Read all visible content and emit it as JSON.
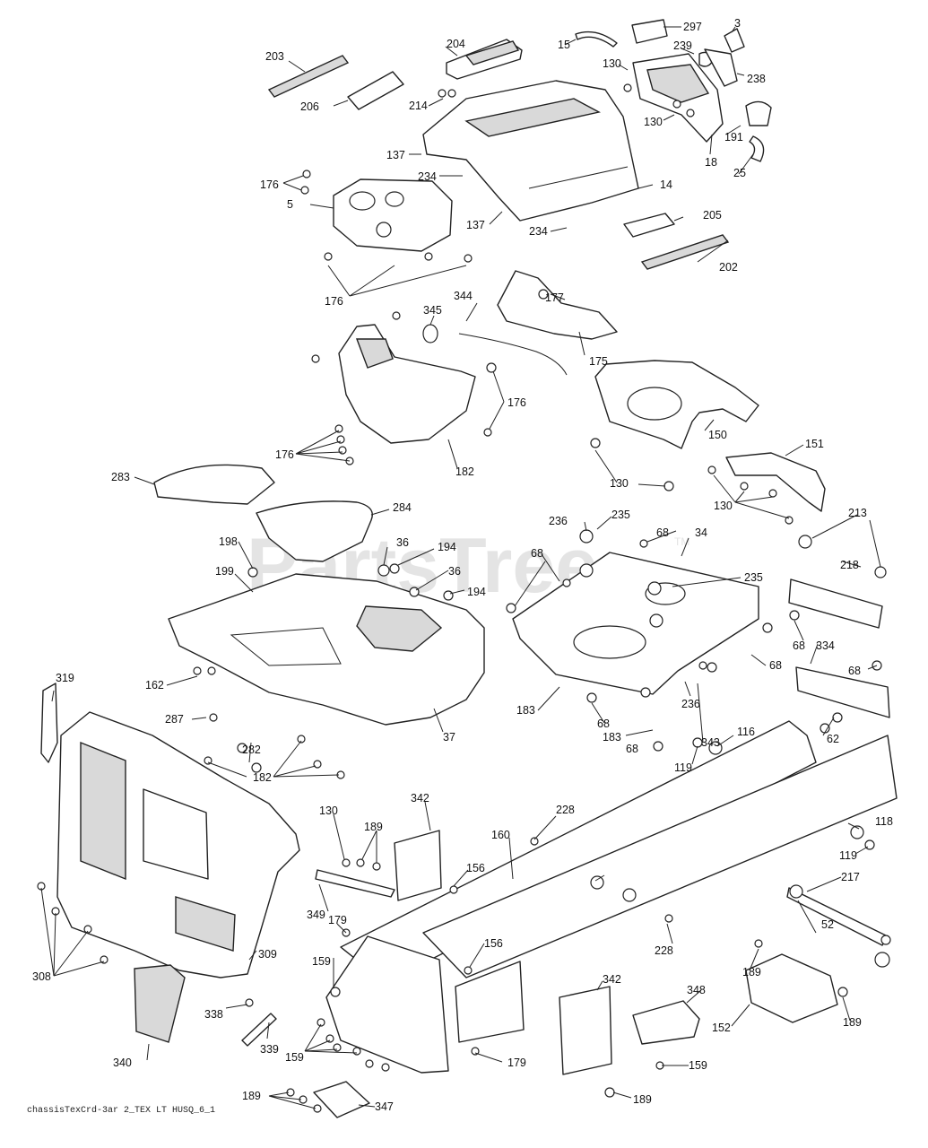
{
  "watermark": {
    "text": "PartsTree",
    "tm": "TM"
  },
  "footer_code": "chassisTexCrd-3ar 2_TEX LT HUSQ_6_1",
  "callouts": [
    "203",
    "204",
    "297",
    "3",
    "15",
    "239",
    "238",
    "130",
    "206",
    "214",
    "130",
    "191",
    "18",
    "25",
    "137",
    "176",
    "5",
    "234",
    "14",
    "137",
    "234",
    "205",
    "202",
    "176",
    "345",
    "344",
    "177",
    "175",
    "176",
    "150",
    "176",
    "182",
    "130",
    "151",
    "130",
    "283",
    "284",
    "236",
    "235",
    "68",
    "34",
    "213",
    "198",
    "36",
    "194",
    "68",
    "218",
    "199",
    "36",
    "194",
    "235",
    "68",
    "334",
    "68",
    "68",
    "236",
    "68",
    "343",
    "162",
    "183",
    "68",
    "183",
    "62",
    "319",
    "287",
    "37",
    "282",
    "116",
    "119",
    "182",
    "342",
    "130",
    "189",
    "228",
    "160",
    "118",
    "156",
    "119",
    "217",
    "349",
    "179",
    "52",
    "156",
    "308",
    "309",
    "228",
    "159",
    "342",
    "348",
    "189",
    "338",
    "152",
    "189",
    "339",
    "159",
    "159",
    "179",
    "340",
    "189",
    "347",
    "189"
  ]
}
